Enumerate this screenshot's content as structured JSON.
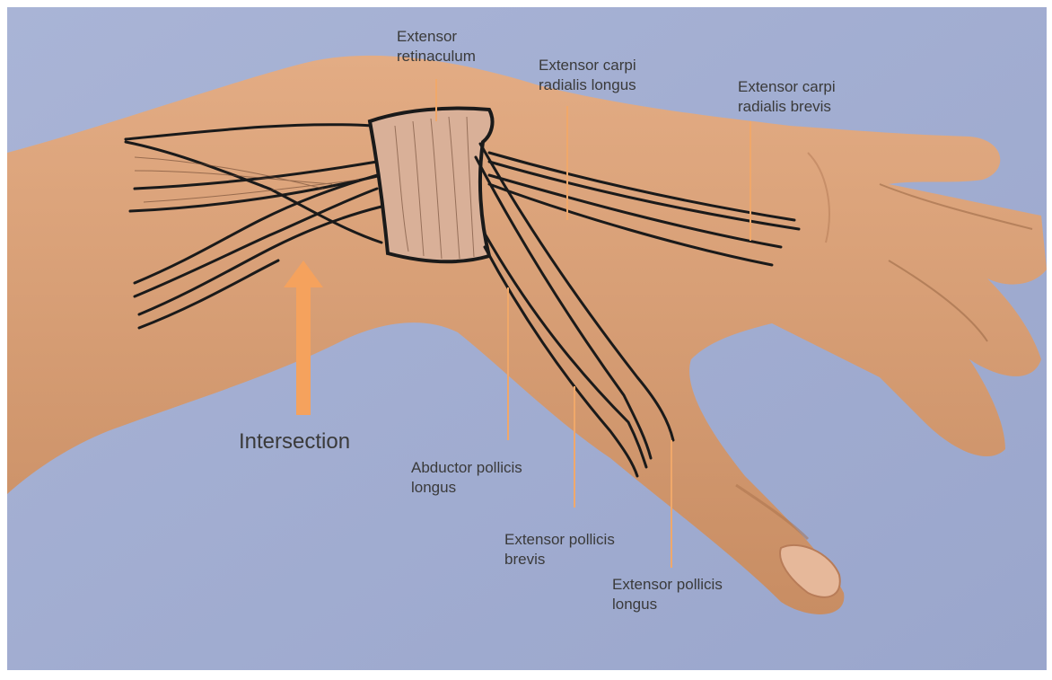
{
  "figure": {
    "labels": {
      "extensor_retinaculum": [
        "Extensor",
        "retinaculum"
      ],
      "ecrl": [
        "Extensor carpi",
        "radialis longus"
      ],
      "ecrb": [
        "Extensor carpi",
        "radialis brevis"
      ],
      "apl": [
        "Abductor pollicis",
        "longus"
      ],
      "epb": [
        "Extensor pollicis",
        "brevis"
      ],
      "epl": [
        "Extensor pollicis",
        "longus"
      ],
      "intersection": "Intersection"
    },
    "colors": {
      "background": "#a6b1d3",
      "skin": "#d9a27a",
      "skin_shadow": "#b9805a",
      "tendon_line": "#1a1a1a",
      "leader_line": "#f0a86a",
      "arrow": "#f5a25d"
    }
  }
}
